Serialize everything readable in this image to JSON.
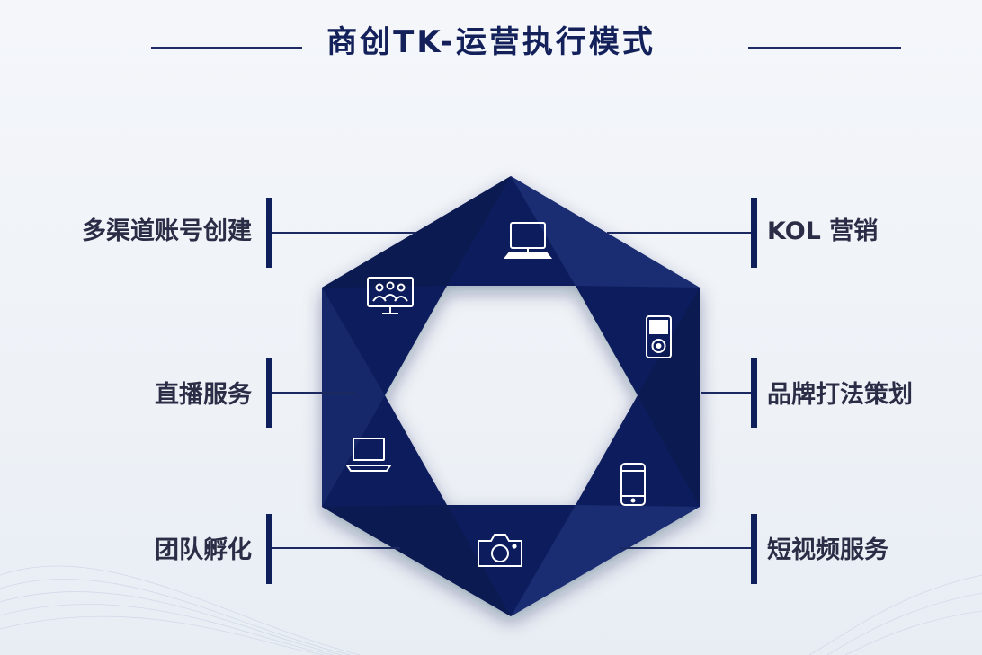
{
  "title": "商创TK-运营执行模式",
  "labels_left": [
    "多渠道账号创建",
    "直播服务",
    "团队孵化"
  ],
  "labels_right": [
    "KOL 营销",
    "品牌打法策划",
    "短视频服务"
  ],
  "icons": [
    "monitor-icon",
    "ipod-icon",
    "smartphone-icon",
    "camera-icon",
    "laptop-icon",
    "video-conference-icon"
  ],
  "colors": {
    "primary": "#0e1f5b",
    "text": "#2a2d45",
    "background": "#f4f6fa"
  }
}
